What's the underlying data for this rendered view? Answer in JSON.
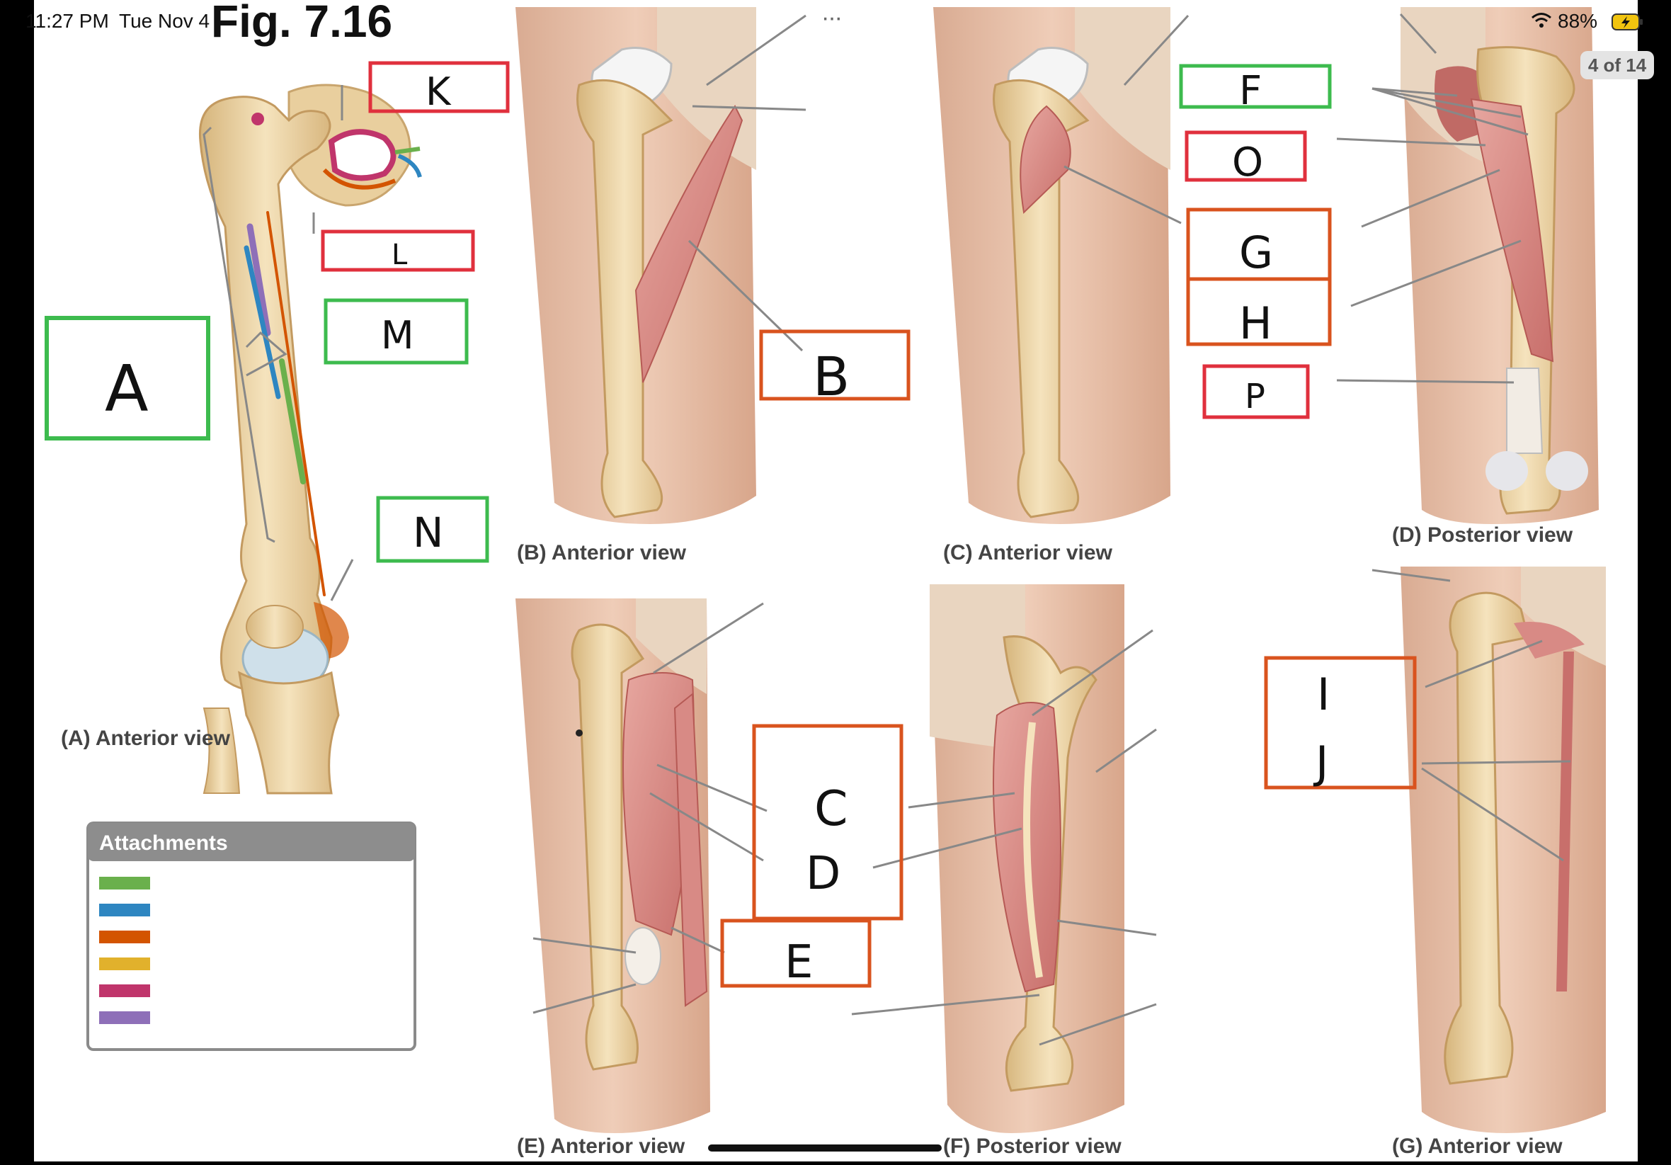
{
  "status_bar": {
    "time": "11:27 PM",
    "date": "Tue Nov 4",
    "battery": "88%",
    "more_glyph": "···",
    "page_counter": "4 of 14"
  },
  "figure": {
    "title": "Fig. 7.16",
    "panels": {
      "a": "(A) Anterior view",
      "b": "(B) Anterior view",
      "c": "(C) Anterior view",
      "d": "(D) Posterior view",
      "e": "(E) Anterior view",
      "f": "(F) Posterior view",
      "g": "(G) Anterior view"
    },
    "attachments_header": "Attachments",
    "attachment_colors": [
      "#6ab04c",
      "#2e86c1",
      "#d35400",
      "#e1b12c",
      "#c0356b",
      "#8e6fb8"
    ]
  },
  "labels": {
    "A": "A",
    "B": "B",
    "C": "C",
    "D": "D",
    "E": "E",
    "F": "F",
    "G": "G",
    "H": "H",
    "I": "I",
    "J": "J",
    "K": "K",
    "L": "L",
    "M": "M",
    "N": "N",
    "O": "O",
    "P": "P"
  },
  "colors": {
    "box_red": "#e0303d",
    "box_green": "#3dbb4e",
    "box_orange": "#d9531e",
    "bone": "#ecd4a2",
    "muscle": "#d98a86",
    "skin": "#e7bfa6"
  }
}
